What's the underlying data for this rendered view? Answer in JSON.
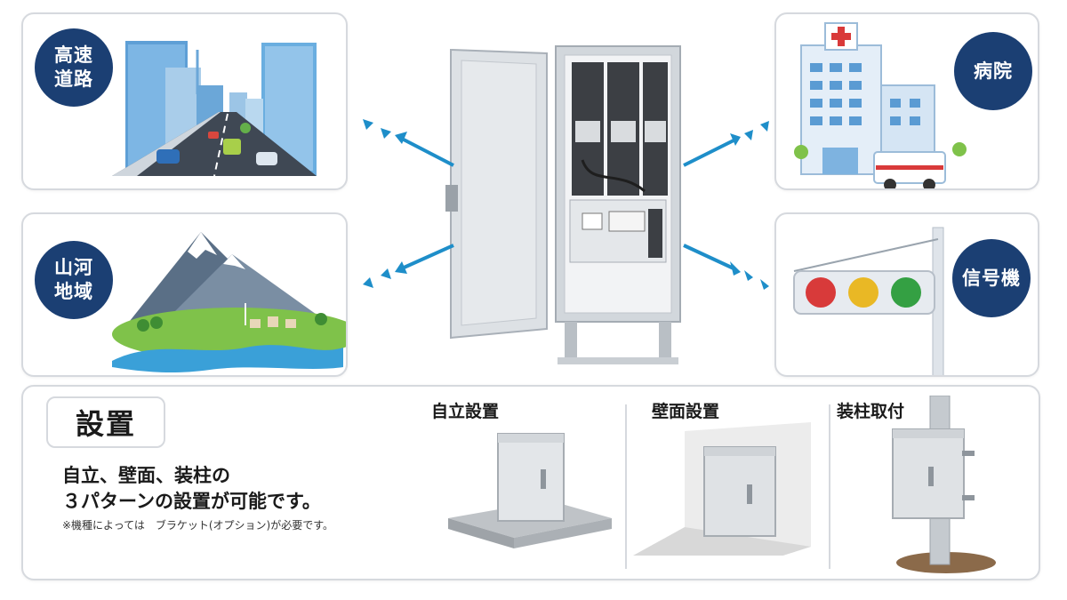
{
  "applications": {
    "highway": "高速\n道路",
    "mountain_river": "山河\n地域",
    "hospital": "病院",
    "signal": "信号機"
  },
  "installation": {
    "title": "設置",
    "description_line1": "自立、壁面、装柱の",
    "description_line2": "３パターンの設置が可能です。",
    "note": "※機種によっては　ブラケット(オプション)が必要です。",
    "patterns": [
      "自立設置",
      "壁面設置",
      "装柱取付"
    ]
  },
  "colors": {
    "badge": "#1b3f73",
    "arrow": "#1e8ec9",
    "card_border": "#d6d9de"
  }
}
